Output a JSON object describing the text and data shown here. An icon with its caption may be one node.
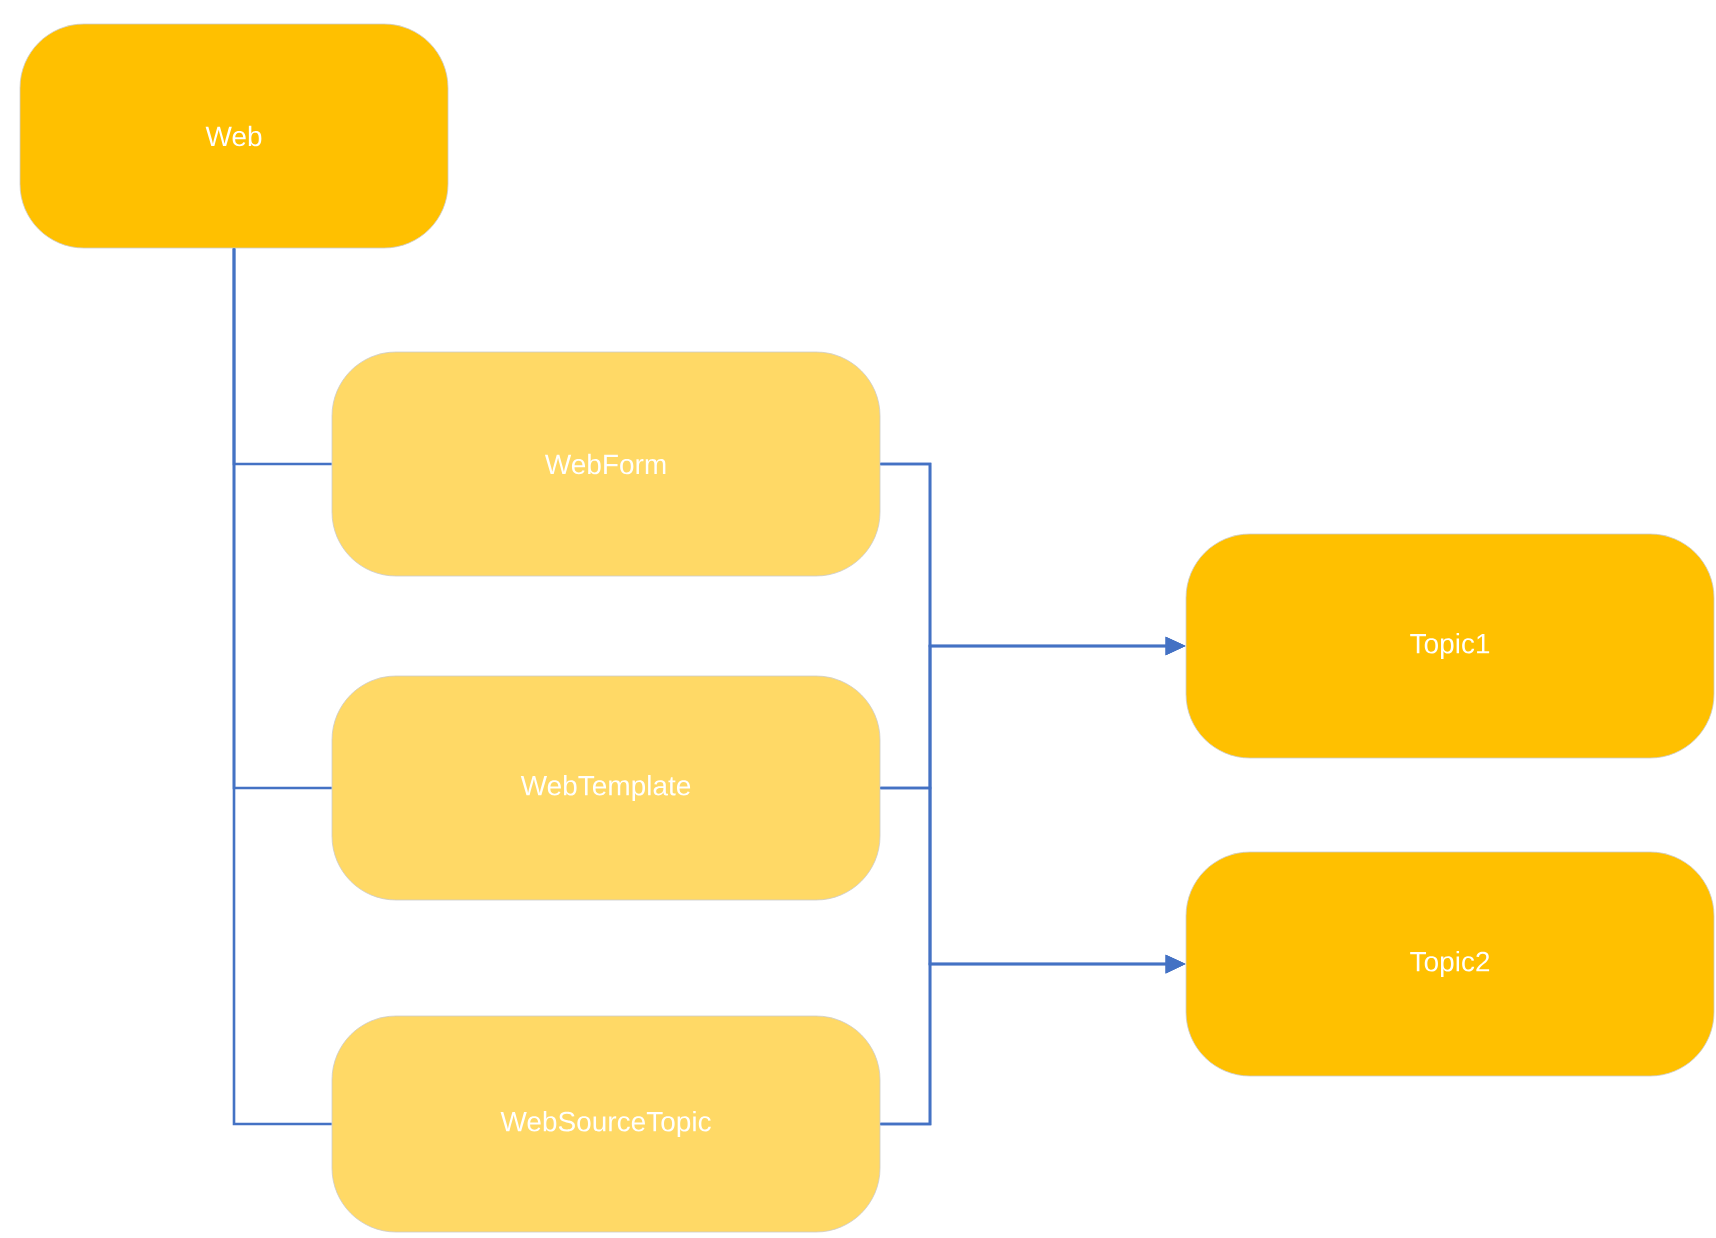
{
  "diagram": {
    "nodes": [
      {
        "text": [
          "Web"
        ]
      },
      {
        "text": [
          "WebForm"
        ]
      },
      {
        "text": [
          "WebTemplate"
        ]
      },
      {
        "text": [
          "WebSourceTopic"
        ]
      },
      {
        "text": [
          "Topic1"
        ]
      },
      {
        "text": [
          "Topic2"
        ]
      }
    ],
    "edges": [
      {
        "from": 0,
        "to": 1,
        "arrow": "none"
      },
      {
        "from": 0,
        "to": 2,
        "arrow": "none"
      },
      {
        "from": 0,
        "to": 3,
        "arrow": "none"
      },
      {
        "from": 1,
        "to": 4,
        "arrow": "to"
      },
      {
        "from": 2,
        "to": 4,
        "arrow": "to"
      },
      {
        "from": 3,
        "to": 4,
        "arrow": "to"
      },
      {
        "from": 1,
        "to": 5,
        "arrow": "to"
      },
      {
        "from": 2,
        "to": 5,
        "arrow": "to"
      },
      {
        "from": 3,
        "to": 5,
        "arrow": "to"
      }
    ]
  }
}
